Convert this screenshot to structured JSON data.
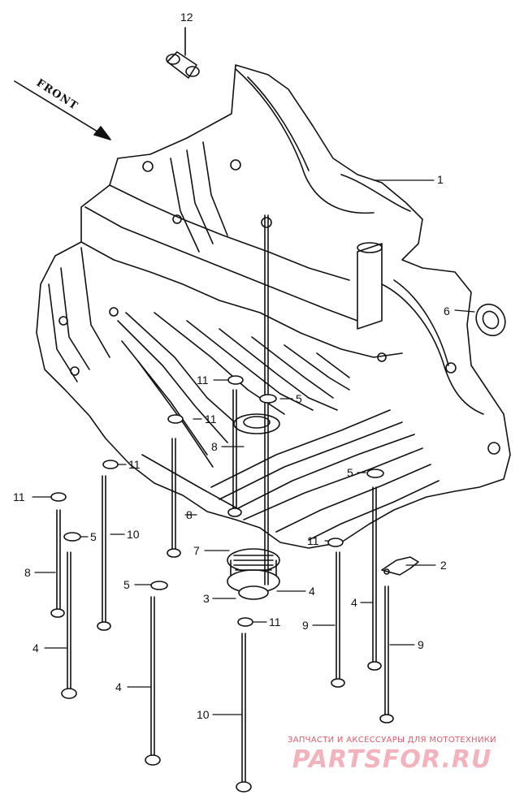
{
  "diagram": {
    "front_label": "FRONT",
    "callouts": [
      "12",
      "1",
      "6",
      "2",
      "11",
      "5",
      "11",
      "8",
      "11",
      "5",
      "8",
      "11",
      "11",
      "5",
      "10",
      "8",
      "5",
      "7",
      "3",
      "4",
      "11",
      "4",
      "4",
      "9",
      "9",
      "10"
    ]
  },
  "watermark": {
    "line1": "ЗАПЧАСТИ И АКСЕССУАРЫ ДЛЯ МОТОТЕХНИКИ",
    "logo": "PARTSFOR.RU"
  }
}
